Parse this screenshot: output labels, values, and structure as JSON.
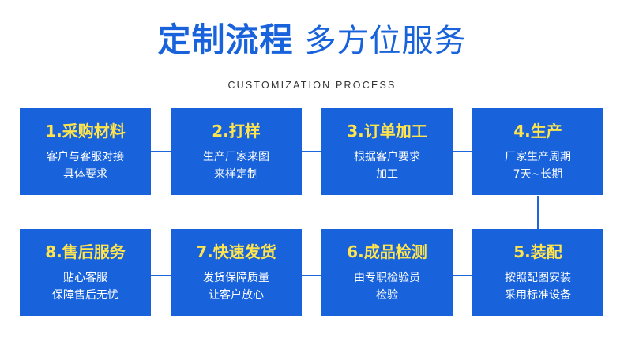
{
  "header": {
    "title_bold": "定制流程",
    "title_light": "多方位服务",
    "subtitle": "CUSTOMIZATION PROCESS"
  },
  "steps": [
    {
      "title": "1.采购材料",
      "line1": "客户与客服对接",
      "line2": "具体要求"
    },
    {
      "title": "2.打样",
      "line1": "生产厂家来图",
      "line2": "来样定制"
    },
    {
      "title": "3.订单加工",
      "line1": "根据客户要求",
      "line2": "加工"
    },
    {
      "title": "4.生产",
      "line1": "厂家生产周期",
      "line2": "7天~长期"
    },
    {
      "title": "5.装配",
      "line1": "按照配图安装",
      "line2": "采用标准设备"
    },
    {
      "title": "6.成品检测",
      "line1": "由专职检验员",
      "line2": "检验"
    },
    {
      "title": "7.快速发货",
      "line1": "发货保障质量",
      "line2": "让客户放心"
    },
    {
      "title": "8.售后服务",
      "line1": "贴心客服",
      "line2": "保障售后无忧"
    }
  ],
  "colors": {
    "brand_blue": "#1863dc",
    "step_title_yellow": "#ffe44d",
    "text_white": "#ffffff"
  }
}
